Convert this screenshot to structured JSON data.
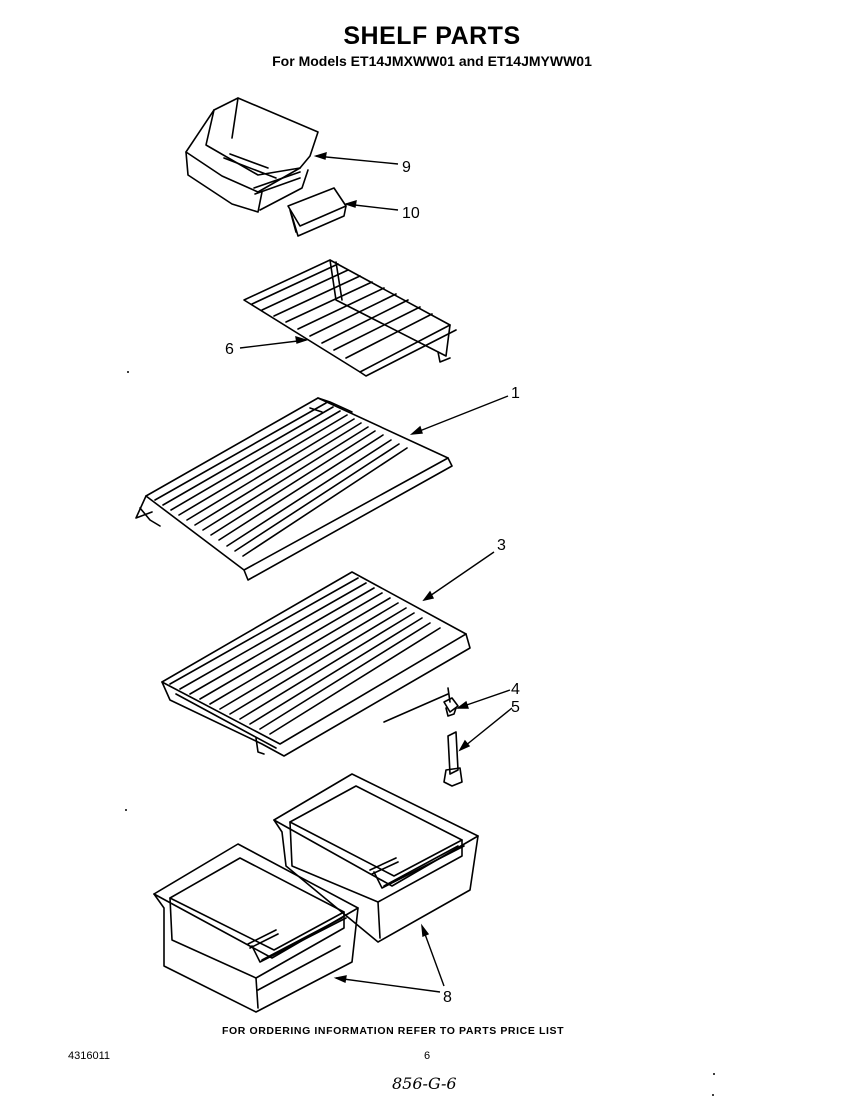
{
  "header": {
    "title": "SHELF PARTS",
    "subtitle": "For Models ET14JMXWW01 and ET14JMYWW01"
  },
  "callouts": [
    "9",
    "10",
    "6",
    "1",
    "3",
    "4",
    "5",
    "8"
  ],
  "footer": {
    "note": "FOR ORDERING INFORMATION REFER TO PARTS PRICE LIST",
    "doc_number": "4316011",
    "page_number": "6",
    "handwritten_code": "856-G-6"
  }
}
